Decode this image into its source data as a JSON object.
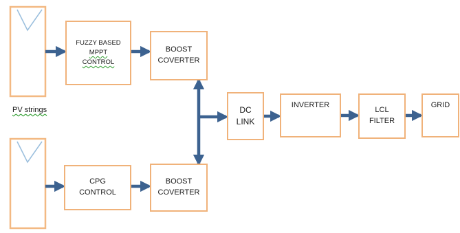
{
  "blocks": {
    "fuzzy": [
      "FUZZY BASED",
      "MPPT",
      "CONTROL"
    ],
    "boost_top": [
      "BOOST",
      "COVERTER"
    ],
    "cpg": [
      "CPG",
      "CONTROL"
    ],
    "boost_bottom": [
      "BOOST",
      "COVERTER"
    ],
    "dc_link": [
      "DC",
      "LINK"
    ],
    "inverter": [
      "INVERTER"
    ],
    "lcl_filter": [
      "LCL",
      "FILTER"
    ],
    "grid": [
      "GRID"
    ]
  },
  "pv_label": "PV strings",
  "colors": {
    "box_border": "#f0b27a",
    "arrow": "#3c6290",
    "pv_outline": "#f3b983",
    "pv_diag": "#9cc0de"
  }
}
